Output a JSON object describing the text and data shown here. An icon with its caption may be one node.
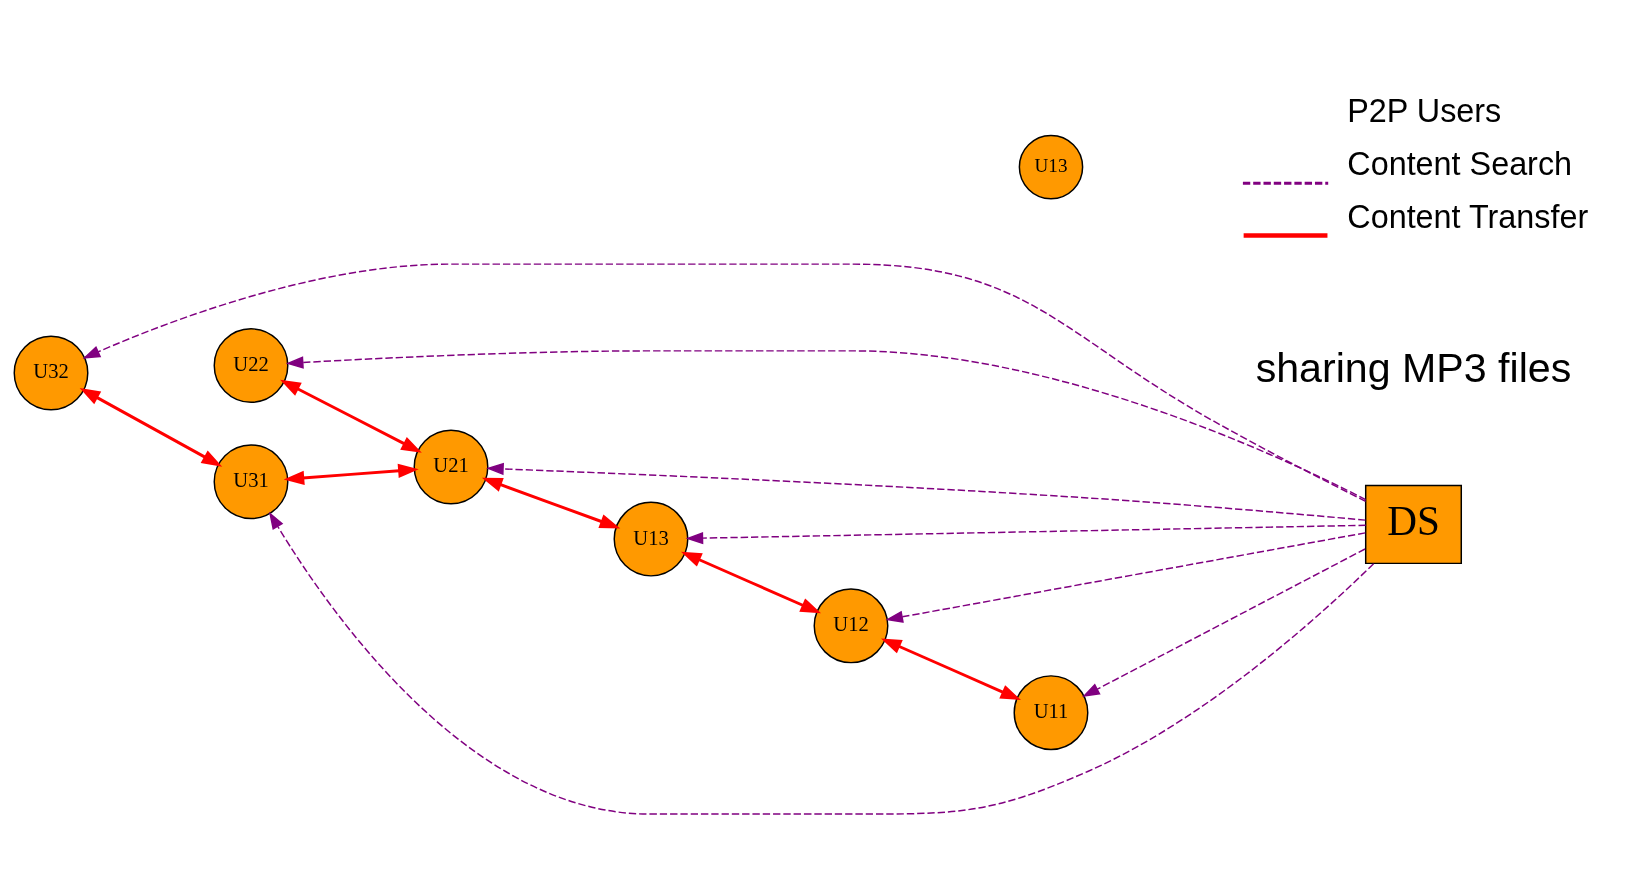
{
  "diagram": {
    "nodes": [
      {
        "text": [
          "U11"
        ]
      },
      {
        "text": [
          "U12"
        ]
      },
      {
        "text": [
          "U13"
        ]
      },
      {
        "text": [
          "U21"
        ]
      },
      {
        "text": [
          "U22"
        ]
      },
      {
        "text": [
          "U31"
        ]
      },
      {
        "text": [
          "U32"
        ]
      },
      {
        "text": [
          "DS"
        ]
      }
    ],
    "edges": [
      {
        "from": 0,
        "to": 1,
        "arrow": "both",
        "color": "#ff0000"
      },
      {
        "from": 1,
        "to": 2,
        "arrow": "both",
        "color": "#ff0000"
      },
      {
        "from": 2,
        "to": 3,
        "arrow": "both",
        "color": "#ff0000"
      },
      {
        "from": 3,
        "to": 4,
        "arrow": "both",
        "color": "#ff0000"
      },
      {
        "from": 3,
        "to": 5,
        "arrow": "both",
        "color": "#ff0000"
      },
      {
        "from": 5,
        "to": 6,
        "arrow": "both",
        "color": "#ff0000"
      },
      {
        "from": 7,
        "to": 0,
        "arrow": "to",
        "style": "dashed"
      },
      {
        "from": 7,
        "to": 1,
        "arrow": "to",
        "style": "dashed"
      },
      {
        "from": 7,
        "to": 2,
        "arrow": "to",
        "style": "dashed"
      },
      {
        "from": 7,
        "to": 3,
        "arrow": "to",
        "style": "dashed"
      },
      {
        "from": 7,
        "to": 4,
        "arrow": "to",
        "style": "dashed"
      },
      {
        "from": 7,
        "to": 5,
        "arrow": "to",
        "style": "dashed"
      },
      {
        "from": 7,
        "to": 6,
        "arrow": "to",
        "style": "dashed"
      }
    ],
    "labels": [
      "sharing MP3 files",
      "U13"
    ],
    "legend": [
      {
        "text": "P2P Users"
      },
      {
        "text": "Content Search"
      },
      {
        "text": "Content Transfer"
      }
    ]
  }
}
